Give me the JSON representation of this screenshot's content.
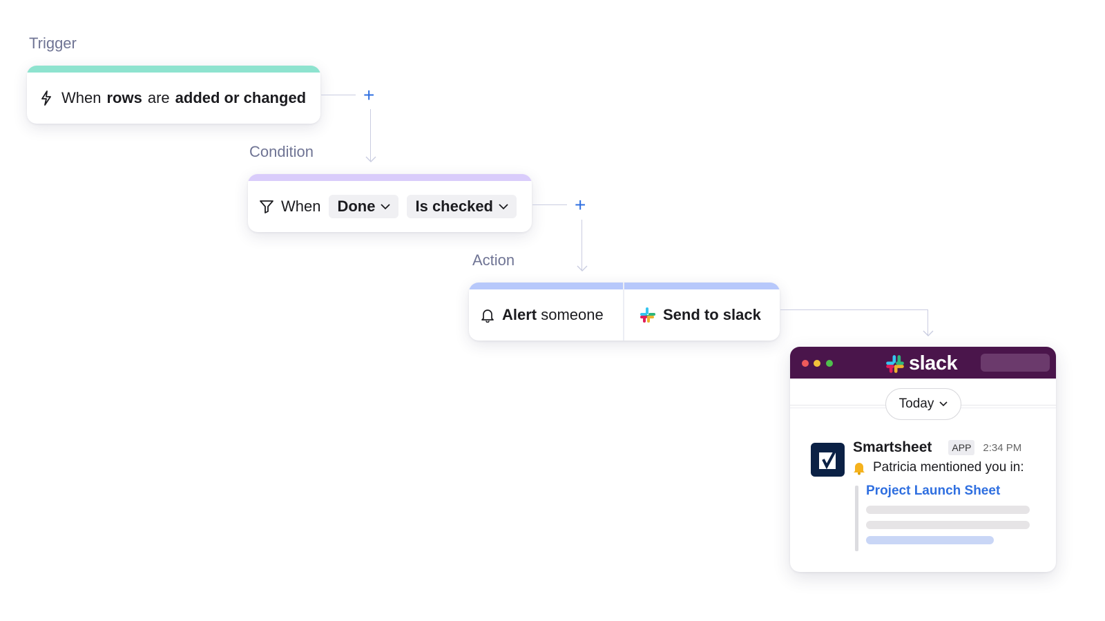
{
  "trigger": {
    "section_label": "Trigger",
    "text_when": "When",
    "text_rows": "rows",
    "text_are": "are",
    "text_added": "added or changed",
    "bar_color": "#8ee3cf",
    "icon": "lightning-icon"
  },
  "condition": {
    "section_label": "Condition",
    "text_when": "When",
    "field_value": "Done",
    "operator_value": "Is checked",
    "bar_color": "#d9ccfb",
    "icon": "filter-icon"
  },
  "action": {
    "section_label": "Action",
    "alert_bold": "Alert",
    "alert_rest": "someone",
    "slack_label": "Send to slack",
    "bar_color": "#b7c8fb",
    "icons": [
      "bell-icon",
      "slack-logo-icon"
    ]
  },
  "connectors": {
    "add_label": "+"
  },
  "slack_window": {
    "brand": "slack",
    "header_color": "#4a154b",
    "date_filter": "Today",
    "message": {
      "sender": "Smartsheet",
      "badge": "APP",
      "time": "2:34 PM",
      "text": "Patricia mentioned you in:",
      "link": "Project Launch Sheet",
      "link_color": "#2f6fe0"
    }
  }
}
